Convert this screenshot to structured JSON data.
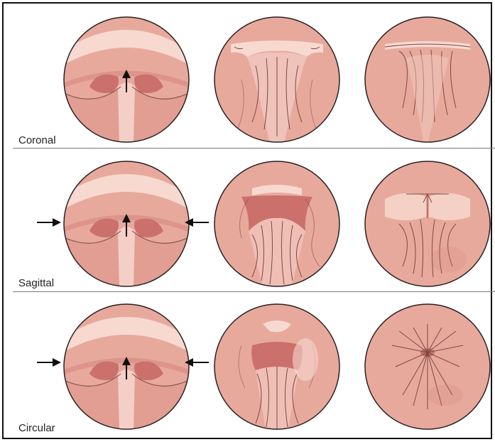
{
  "rows": [
    {
      "label": "Coronal",
      "arrows": "coronal"
    },
    {
      "label": "Sagittal",
      "arrows": "sides"
    },
    {
      "label": "Circular",
      "arrows": "sides"
    }
  ],
  "colors": {
    "disc": "#e8a99d",
    "disc_stroke": "#2a2020",
    "tissue_dark": "#d17f78",
    "tissue_light": "#f4cfc6",
    "highlight": "#f7d9d0",
    "line": "#7a4a44",
    "opening": "#cb706b",
    "frame": "#111111",
    "divider": "#7a7a7a"
  }
}
